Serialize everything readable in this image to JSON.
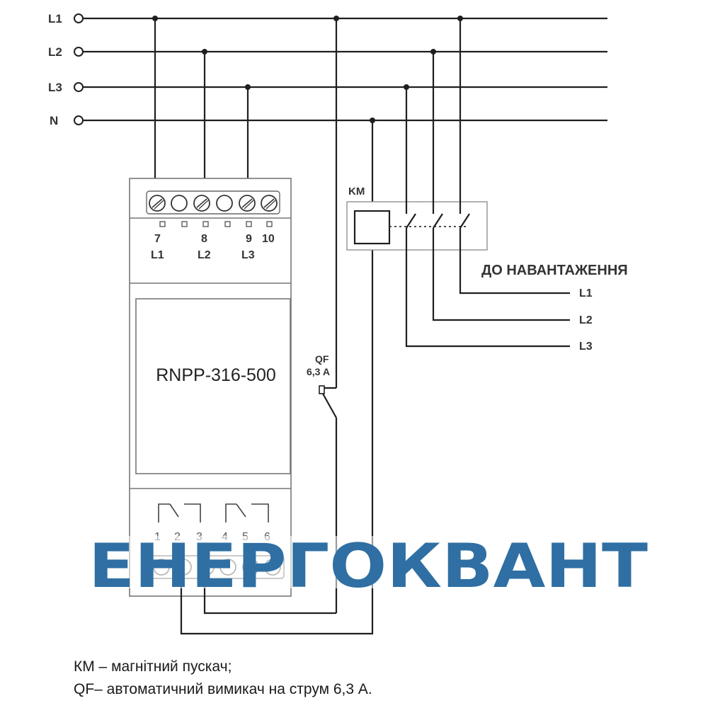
{
  "bus": {
    "l1": "L1",
    "l2": "L2",
    "l3": "L3",
    "n": "N"
  },
  "relay": {
    "model": "RNPP-316-500",
    "top_terminals": {
      "t7": "7",
      "t8": "8",
      "t9": "9",
      "t10": "10"
    },
    "top_phase_labels": {
      "p1": "L1",
      "p2": "L2",
      "p3": "L3"
    },
    "bottom_terminals": [
      "1",
      "2",
      "3",
      "4",
      "5",
      "6"
    ]
  },
  "breaker": {
    "name": "QF",
    "rating": "6,3 A"
  },
  "contactor": {
    "name": "KM"
  },
  "load": {
    "title": "ДО НАВАНТАЖЕННЯ",
    "l1": "L1",
    "l2": "L2",
    "l3": "L3"
  },
  "legend": {
    "km": "КМ – магнітний пускач;",
    "qf": "QF– автоматичний вимикач на струм 6,3 А."
  },
  "watermark": "ЕНЕРГОКВАНТ",
  "colors": {
    "watermark": "#2f6fa3",
    "wire": "#1f1f1f"
  }
}
